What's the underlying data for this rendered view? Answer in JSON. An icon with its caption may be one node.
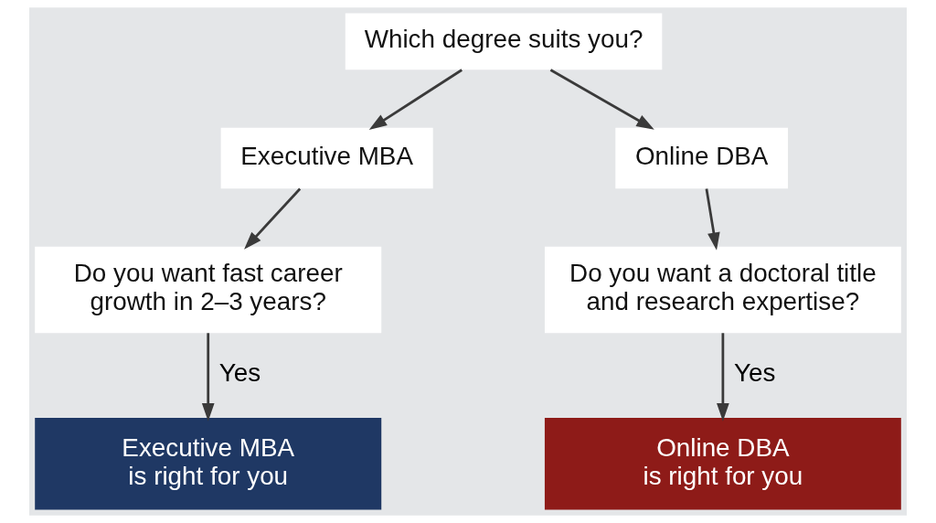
{
  "diagram": {
    "nodes": [
      {
        "text": [
          "Which degree suits you?"
        ]
      },
      {
        "text": [
          "Executive MBA"
        ]
      },
      {
        "text": [
          "Online DBA"
        ]
      },
      {
        "text": [
          "Do you want fast career growth in 2–3 years?"
        ]
      },
      {
        "text": [
          "Do you want a doctoral title and research expertise?"
        ]
      },
      {
        "text": [
          "Executive MBA is right for you"
        ]
      },
      {
        "text": [
          "Online DBA is right for you"
        ]
      }
    ],
    "edges": [
      {
        "from": 0,
        "to": 1,
        "arrow": "to"
      },
      {
        "from": 0,
        "to": 2,
        "arrow": "to"
      },
      {
        "from": 1,
        "to": 3,
        "arrow": "to"
      },
      {
        "from": 2,
        "to": 4,
        "arrow": "to"
      },
      {
        "from": 3,
        "to": 5,
        "label": "Yes",
        "arrow": "to"
      },
      {
        "from": 4,
        "to": 6,
        "label": "Yes",
        "arrow": "to"
      }
    ]
  }
}
